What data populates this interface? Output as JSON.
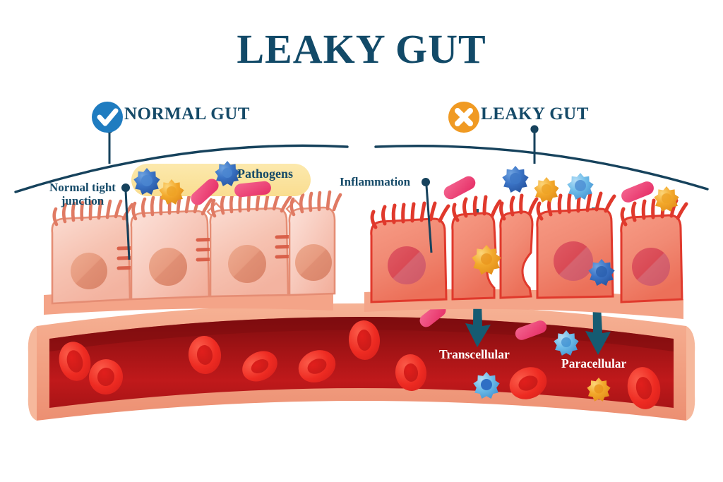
{
  "header": {
    "title": "LEAKY GUT"
  },
  "sections": [
    {
      "id": "normal",
      "label": "NORMAL GUT",
      "icon": "check-circle-icon",
      "icon_color": "#1f7cc0"
    },
    {
      "id": "leaky",
      "label": "LEAKY GUT",
      "icon": "x-circle-icon",
      "icon_color": "#f09a23"
    }
  ],
  "callouts": {
    "normal_tight_junction": "Normal tight\njunction",
    "normal_tight_junction_line1": "Normal tight",
    "normal_tight_junction_line2": "junction",
    "inflammation": "Inflammation",
    "pathogens": "Pathogens"
  },
  "vessel_labels": {
    "transcellular": "Transcellular",
    "paracellular": "Paracellular"
  },
  "colors": {
    "title_navy": "#124a68",
    "label_navy": "#154a68",
    "check_blue": "#1f7cc0",
    "cross_orange": "#f09a23",
    "pathogen_badge_bg": "#fbe3a0",
    "cell_fill_light": "#f7cfc2",
    "cell_fill_normal": "#f4b5a3",
    "cell_outline": "#e07a63",
    "cell_inflamed": "#ef6a5a",
    "cell_inflamed_outline": "#e0392c",
    "nucleus_normal": "#e79c82",
    "nucleus_inflamed": "#d94a55",
    "vessel_wall": "#f2a183",
    "vessel_lumen": "#8e0f11",
    "vessel_lumen_light": "#c0191b",
    "rbc_red": "#ee2b22",
    "arrow_teal": "#155b72",
    "pathogen_blue": "#2f6fc4",
    "pathogen_lightblue": "#63b6e8",
    "pathogen_orange": "#f0a326",
    "bacteria_pink": "#ec3f72"
  },
  "diagram": {
    "type": "medical-illustration",
    "subject": "intestinal epithelium permeability comparison",
    "normal_gut_cell_count": 4,
    "leaky_gut_cell_count": 5,
    "pathogen_types": [
      "virus-blue",
      "virus-lightblue",
      "particle-orange",
      "bacteria-rod-pink"
    ],
    "routes": [
      "Transcellular",
      "Paracellular"
    ]
  }
}
